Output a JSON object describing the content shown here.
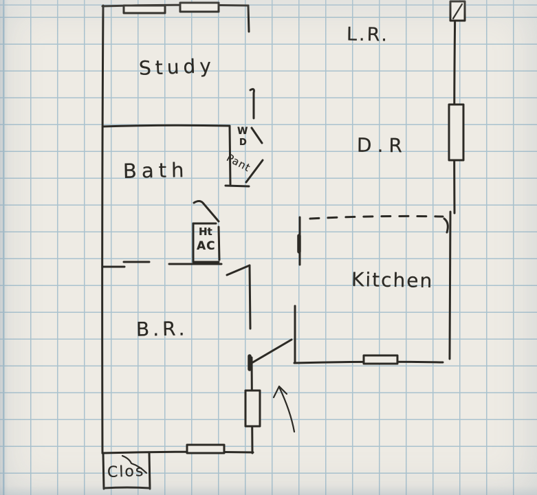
{
  "palette": {
    "paper": "#eeebe4",
    "grid": "#a9c2ce",
    "ink": "#2c2a25"
  },
  "floor_plan": {
    "type": "hand-drawn floor plan sketch on graph paper",
    "labels": {
      "study": "Study",
      "living_room": "L.R.",
      "dining_room": "D.R",
      "bath": "Bath",
      "kitchen": "Kitchen",
      "bedroom": "B.R.",
      "closet": "Clos",
      "washer": "W",
      "dryer": "D",
      "pantry": "Pant",
      "heater": "Ht",
      "ac": "AC"
    }
  }
}
